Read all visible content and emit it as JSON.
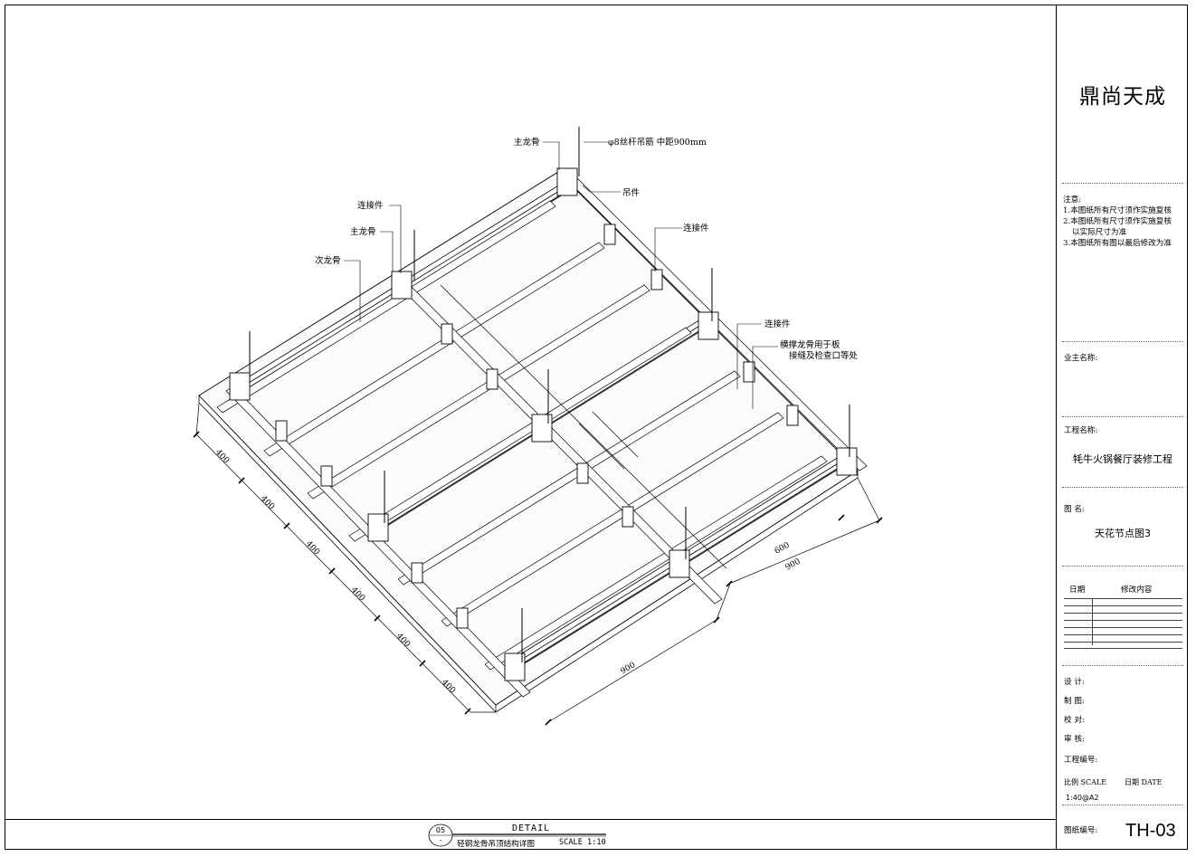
{
  "title_block": {
    "company": "鼎尚天成",
    "notes_heading": "注意:",
    "notes": [
      "1.本图纸所有尺寸须作实施复核",
      "2.本图纸所有尺寸须作实施复核",
      "以实际尺寸为准",
      "3.本图纸所有图以最后修改为准"
    ],
    "owner_label": "业主名称:",
    "project_label": "工程名称:",
    "project_name": "牦牛火锅餐厅装修工程",
    "drawing_label": "图    名:",
    "drawing_name": "天花节点图3",
    "revision_headers": [
      "日期",
      "修改内容"
    ],
    "design_label": "设  计:",
    "draft_label": "制  图:",
    "check_label": "校  对:",
    "review_label": "审  核:",
    "project_no_label": "工程编号:",
    "scale_label": "比例 SCALE",
    "date_label": "日期 DATE",
    "scale_value": "1:40@A2",
    "drawing_no_label": "图纸编号:",
    "drawing_no": "TH-03"
  },
  "detail": {
    "number": "05",
    "sub_number": "-",
    "heading": "DETAIL",
    "name": "轻钢龙骨吊顶结构详图",
    "scale": "SCALE 1:10"
  },
  "annotations": {
    "main_keel_top": "主龙骨",
    "rod_note": "φ8丝杆吊筋 中距900mm",
    "hanger": "吊件",
    "connector_left": "连接件",
    "main_keel_left": "主龙骨",
    "secondary_keel": "次龙骨",
    "connector_right": "连接件",
    "connector_right2": "连接件",
    "cross_keel_line1": "横撑龙骨用于板",
    "cross_keel_line2": "接缝及检查口等处"
  },
  "dimensions": {
    "left_spacing": [
      "400",
      "400",
      "400",
      "400",
      "400",
      "400"
    ],
    "right_inner": "600",
    "right_outer": "900",
    "bottom": "900"
  }
}
